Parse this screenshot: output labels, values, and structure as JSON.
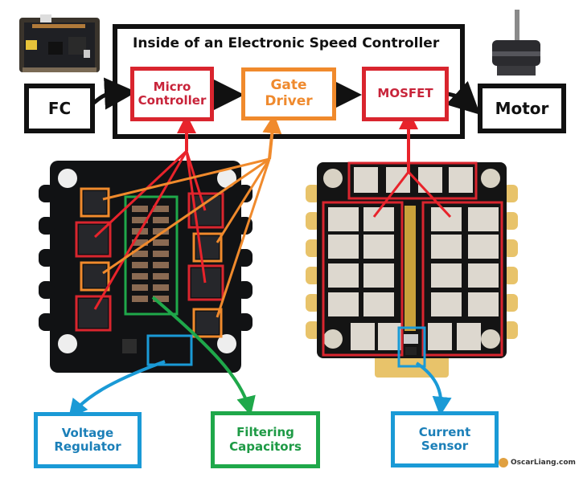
{
  "diagram": {
    "title": "Inside of an Electronic Speed Controller",
    "external_nodes": {
      "fc": "FC",
      "motor": "Motor"
    },
    "esc_blocks": [
      {
        "id": "micro-controller",
        "label_line1": "Micro",
        "label_line2": "Controller",
        "color": "#d9252e"
      },
      {
        "id": "gate-driver",
        "label_line1": "Gate",
        "label_line2": "Driver",
        "color": "#f08a2c"
      },
      {
        "id": "mosfet",
        "label_line1": "MOSFET",
        "label_line2": "",
        "color": "#d9252e"
      }
    ],
    "component_labels": [
      {
        "id": "voltage-regulator",
        "label_line1": "Voltage",
        "label_line2": "Regulator",
        "color": "#1a9ad6"
      },
      {
        "id": "filtering-capacitors",
        "label_line1": "Filtering",
        "label_line2": "Capacitors",
        "color": "#1fa84a"
      },
      {
        "id": "current-sensor",
        "label_line1": "Current",
        "label_line2": "Sensor",
        "color": "#1a9ad6"
      }
    ],
    "flow": [
      "FC",
      "Micro Controller",
      "Gate Driver",
      "MOSFET",
      "Motor"
    ],
    "images": {
      "fc_board": "flight-controller-board-photo",
      "motor": "brushless-motor-photo",
      "esc_top": "esc-board-top-photo",
      "esc_bottom": "esc-board-bottom-photo"
    },
    "watermark": "OscarLiang.com",
    "colors": {
      "red": "#d9252e",
      "orange": "#f08a2c",
      "blue": "#1a9ad6",
      "green": "#1fa84a",
      "black": "#111111"
    }
  }
}
